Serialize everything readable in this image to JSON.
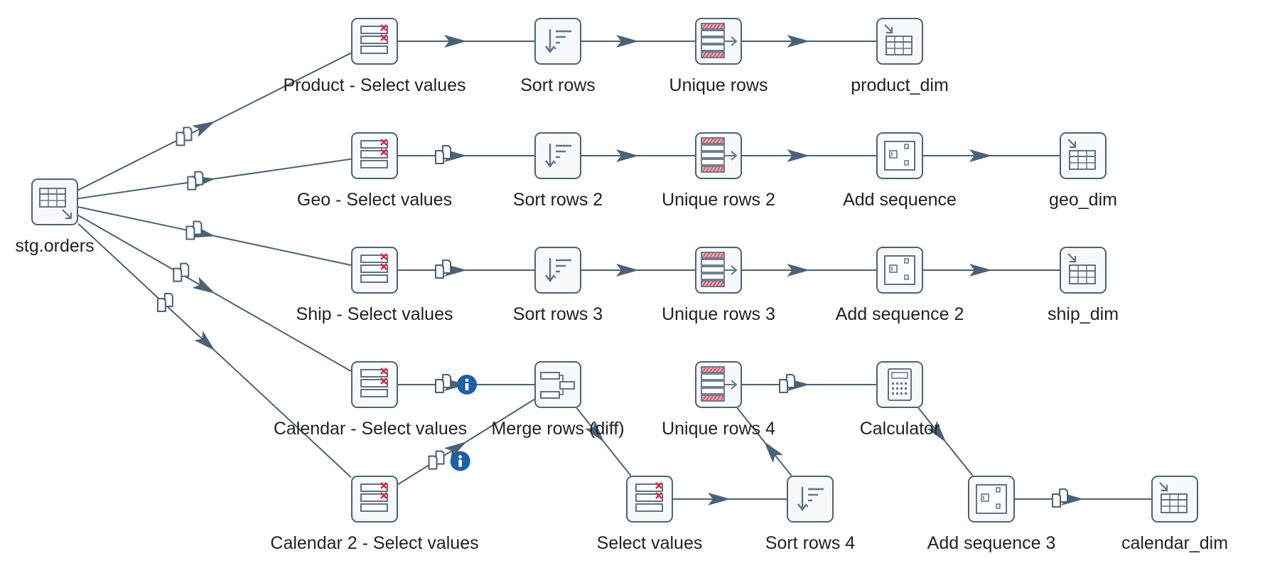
{
  "steps": {
    "stg_orders": "stg.orders",
    "product_select": "Product - Select values",
    "sort_rows": "Sort rows",
    "unique_rows": "Unique rows",
    "product_dim": "product_dim",
    "geo_select": "Geo - Select values",
    "sort_rows_2": "Sort rows 2",
    "unique_rows_2": "Unique rows 2",
    "add_sequence": "Add sequence",
    "geo_dim": "geo_dim",
    "ship_select": "Ship - Select values",
    "sort_rows_3": "Sort rows 3",
    "unique_rows_3": "Unique rows 3",
    "add_sequence_2": "Add sequence 2",
    "ship_dim": "ship_dim",
    "calendar_select": "Calendar - Select values",
    "merge_rows": "Merge rows (diff)",
    "unique_rows_4": "Unique rows 4",
    "calculator": "Calculator",
    "calendar_2_select": "Calendar 2 - Select values",
    "select_values": "Select values",
    "sort_rows_4": "Sort rows 4",
    "add_sequence_3": "Add sequence 3",
    "calendar_dim": "calendar_dim"
  },
  "icons": {
    "stg_orders": "table-input-icon",
    "product_select": "select-values-icon",
    "sort_rows": "sort-rows-icon",
    "unique_rows": "unique-rows-icon",
    "product_dim": "table-output-icon",
    "geo_select": "select-values-icon",
    "sort_rows_2": "sort-rows-icon",
    "unique_rows_2": "unique-rows-icon",
    "add_sequence": "add-sequence-icon",
    "geo_dim": "table-output-icon",
    "ship_select": "select-values-icon",
    "sort_rows_3": "sort-rows-icon",
    "unique_rows_3": "unique-rows-icon",
    "add_sequence_2": "add-sequence-icon",
    "ship_dim": "table-output-icon",
    "calendar_select": "select-values-icon",
    "merge_rows": "merge-rows-icon",
    "unique_rows_4": "unique-rows-icon",
    "calculator": "calculator-icon",
    "calendar_2_select": "select-values-icon",
    "select_values": "select-values-icon",
    "sort_rows_4": "sort-rows-icon",
    "add_sequence_3": "add-sequence-icon",
    "calendar_dim": "table-output-icon"
  },
  "hops": [
    {
      "from": "stg_orders",
      "to": "product_select",
      "copy": true
    },
    {
      "from": "stg_orders",
      "to": "geo_select",
      "copy": true
    },
    {
      "from": "stg_orders",
      "to": "ship_select",
      "copy": true
    },
    {
      "from": "stg_orders",
      "to": "calendar_select",
      "copy": true
    },
    {
      "from": "stg_orders",
      "to": "calendar_2_select",
      "copy": true
    },
    {
      "from": "product_select",
      "to": "sort_rows"
    },
    {
      "from": "sort_rows",
      "to": "unique_rows"
    },
    {
      "from": "unique_rows",
      "to": "product_dim"
    },
    {
      "from": "geo_select",
      "to": "sort_rows_2",
      "copy": true
    },
    {
      "from": "sort_rows_2",
      "to": "unique_rows_2"
    },
    {
      "from": "unique_rows_2",
      "to": "add_sequence"
    },
    {
      "from": "add_sequence",
      "to": "geo_dim"
    },
    {
      "from": "ship_select",
      "to": "sort_rows_3",
      "copy": true
    },
    {
      "from": "sort_rows_3",
      "to": "unique_rows_3"
    },
    {
      "from": "unique_rows_3",
      "to": "add_sequence_2"
    },
    {
      "from": "add_sequence_2",
      "to": "ship_dim"
    },
    {
      "from": "calendar_select",
      "to": "merge_rows",
      "copy": true,
      "info": true
    },
    {
      "from": "calendar_2_select",
      "to": "merge_rows",
      "copy": true,
      "info": true
    },
    {
      "from": "merge_rows",
      "to": "select_values"
    },
    {
      "from": "select_values",
      "to": "sort_rows_4"
    },
    {
      "from": "sort_rows_4",
      "to": "unique_rows_4"
    },
    {
      "from": "unique_rows_4",
      "to": "calculator",
      "copy": true
    },
    {
      "from": "calculator",
      "to": "add_sequence_3"
    },
    {
      "from": "add_sequence_3",
      "to": "calendar_dim",
      "copy": true
    }
  ],
  "colors": {
    "hop": "#4a6278",
    "box_border": "#4c6378",
    "box_fill": "#f7f9fb",
    "icon_line": "#5d7388",
    "cross_red": "#e0263c",
    "info_blue": "#1d5fa8",
    "label_text": "#222222"
  }
}
